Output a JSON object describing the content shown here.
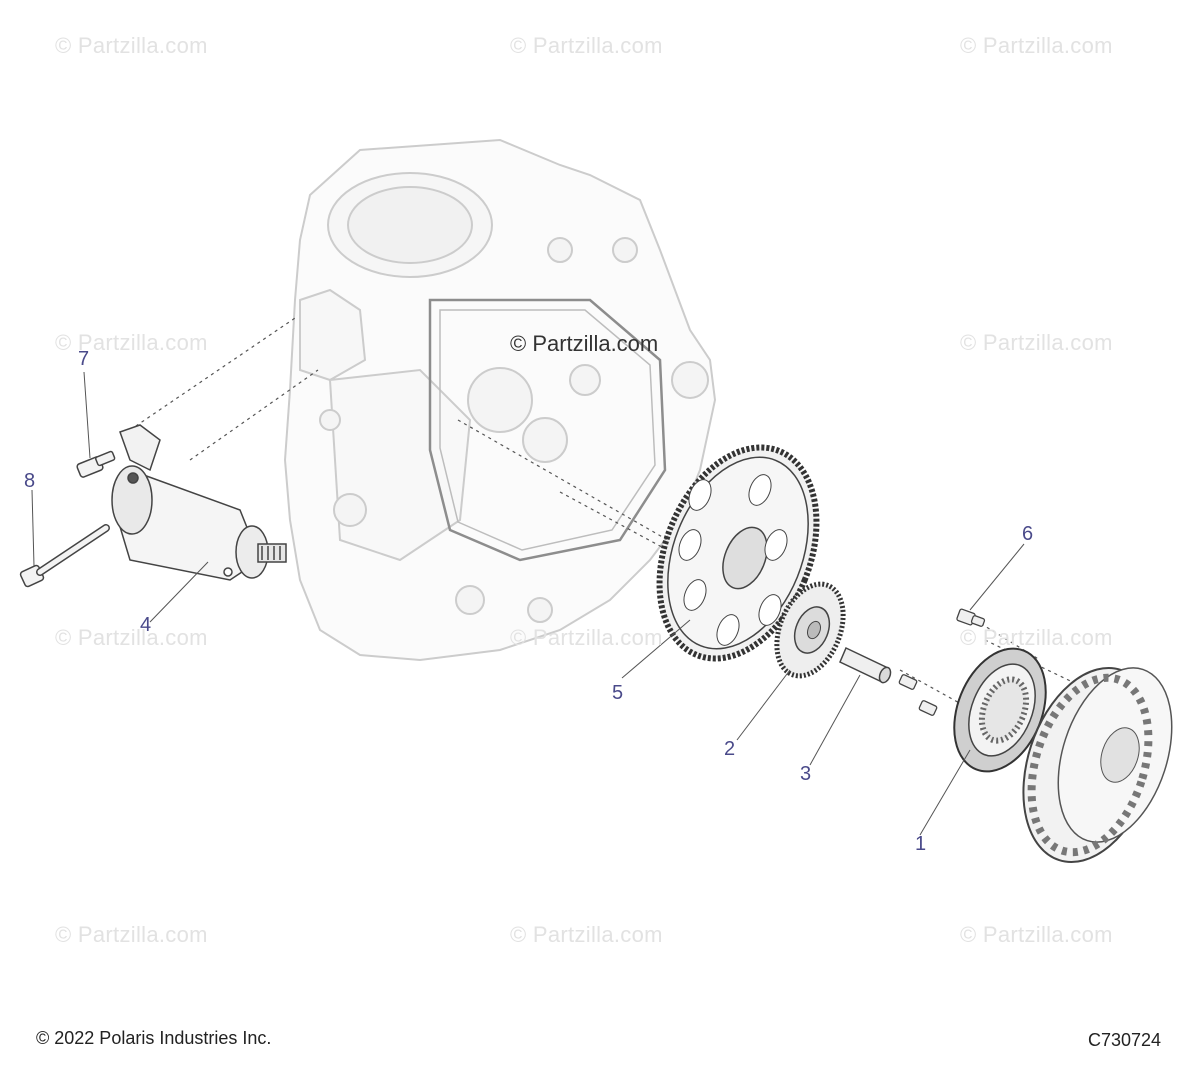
{
  "watermarks": {
    "repeated": "© Partzilla.com",
    "center": "© Partzilla.com"
  },
  "callouts": {
    "c1": "1",
    "c2": "2",
    "c3": "3",
    "c4": "4",
    "c5": "5",
    "c6": "6",
    "c7": "7",
    "c8": "8"
  },
  "footer": {
    "copyright": "© 2022 Polaris Industries Inc.",
    "figure_code": "C730724"
  },
  "colors": {
    "line": "#5a5a5a",
    "engine_line": "#cfcfcf",
    "callout": "#4a4a8a",
    "watermark": "#e2e2e2"
  }
}
